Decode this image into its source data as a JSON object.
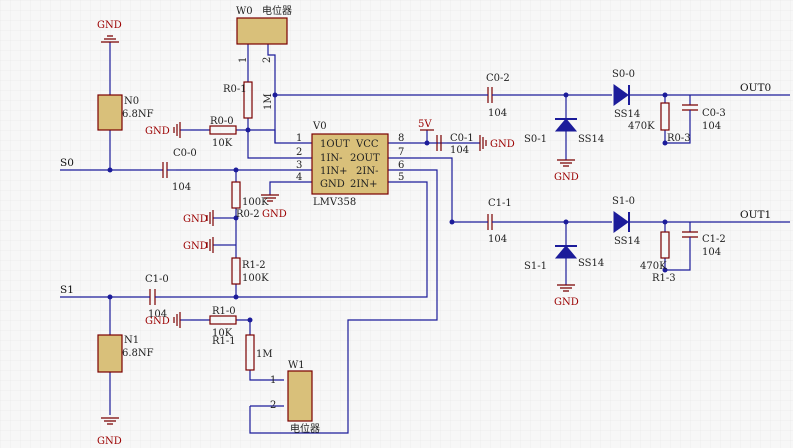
{
  "gnd": "GND",
  "vcc_label": "5V",
  "nets": {
    "in0": "S0",
    "in1": "S1",
    "out0": "OUT0",
    "out1": "OUT1"
  },
  "w0": {
    "ref": "W0",
    "value": "电位器",
    "pin1": "1",
    "pin2": "2"
  },
  "w1": {
    "ref": "W1",
    "value": "电位器",
    "pin1": "1",
    "pin2": "2"
  },
  "n0": {
    "ref": "N0",
    "value": "6.8NF"
  },
  "n1": {
    "ref": "N1",
    "value": "6.8NF"
  },
  "r0_1": {
    "ref": "R0-1",
    "value": "1M"
  },
  "r0_0": {
    "ref": "R0-0",
    "value": "10K"
  },
  "r0_2": {
    "ref": "R0-2",
    "value": "100K"
  },
  "r1_0": {
    "ref": "R1-0",
    "value": "10K"
  },
  "r1_1": {
    "ref": "R1-1",
    "value": "1M"
  },
  "r1_2": {
    "ref": "R1-2",
    "value": "100K"
  },
  "c0_0": {
    "ref": "C0-0",
    "value": "104"
  },
  "c1_0": {
    "ref": "C1-0",
    "value": "104"
  },
  "c0_1": {
    "ref": "C0-1",
    "value": "104"
  },
  "c0_2": {
    "ref": "C0-2",
    "value": "104"
  },
  "c0_3": {
    "ref": "C0-3",
    "value": "104"
  },
  "c1_1": {
    "ref": "C1-1",
    "value": "104"
  },
  "c1_2": {
    "ref": "C1-2",
    "value": "104"
  },
  "r0_3": {
    "ref": "R0-3",
    "value": "470K"
  },
  "r1_3": {
    "ref": "R1-3",
    "value": "470K"
  },
  "s0_0": {
    "ref": "S0-0",
    "value": "SS14"
  },
  "s0_1": {
    "ref": "S0-1",
    "value": "SS14"
  },
  "s1_0": {
    "ref": "S1-0",
    "value": "SS14"
  },
  "s1_1": {
    "ref": "S1-1",
    "value": "SS14"
  },
  "u0": {
    "ref": "V0",
    "part": "LMV358",
    "pins_left": [
      "1OUT",
      "1IN-",
      "1IN+",
      "GND"
    ],
    "pins_right": [
      "VCC",
      "2OUT",
      "2IN-",
      "2IN+"
    ],
    "pin_nums_left": [
      "1",
      "2",
      "3",
      "4"
    ],
    "pin_nums_right": [
      "8",
      "7",
      "6",
      "5"
    ]
  }
}
